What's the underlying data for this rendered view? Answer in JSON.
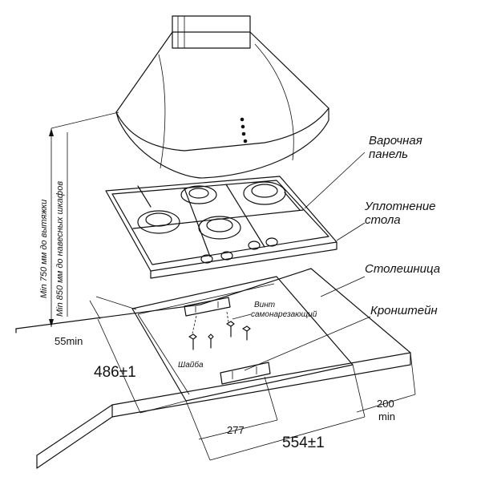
{
  "labels": {
    "hob": "Варочная\nпанель",
    "seal": "Уплотнение\nстола",
    "countertop": "Столешница",
    "bracket": "Кронштейн",
    "screw": "Винт\nсамонарезающий",
    "washer": "Шайба"
  },
  "dimensions": {
    "hood_min": "Min 750 мм до вытяжки",
    "cabinet_min": "Min 850 мм до навесных шкафов",
    "front_gap": "55min",
    "depth": "486",
    "depth_tol": "±1",
    "half_width": "277",
    "width": "554",
    "width_tol": "±1",
    "rear_gap": "200",
    "rear_gap_unit": "min"
  },
  "colors": {
    "line": "#111111",
    "hood_fill": "#f2f2f2",
    "hob_fill": "#e6e6e6",
    "background": "#ffffff"
  }
}
